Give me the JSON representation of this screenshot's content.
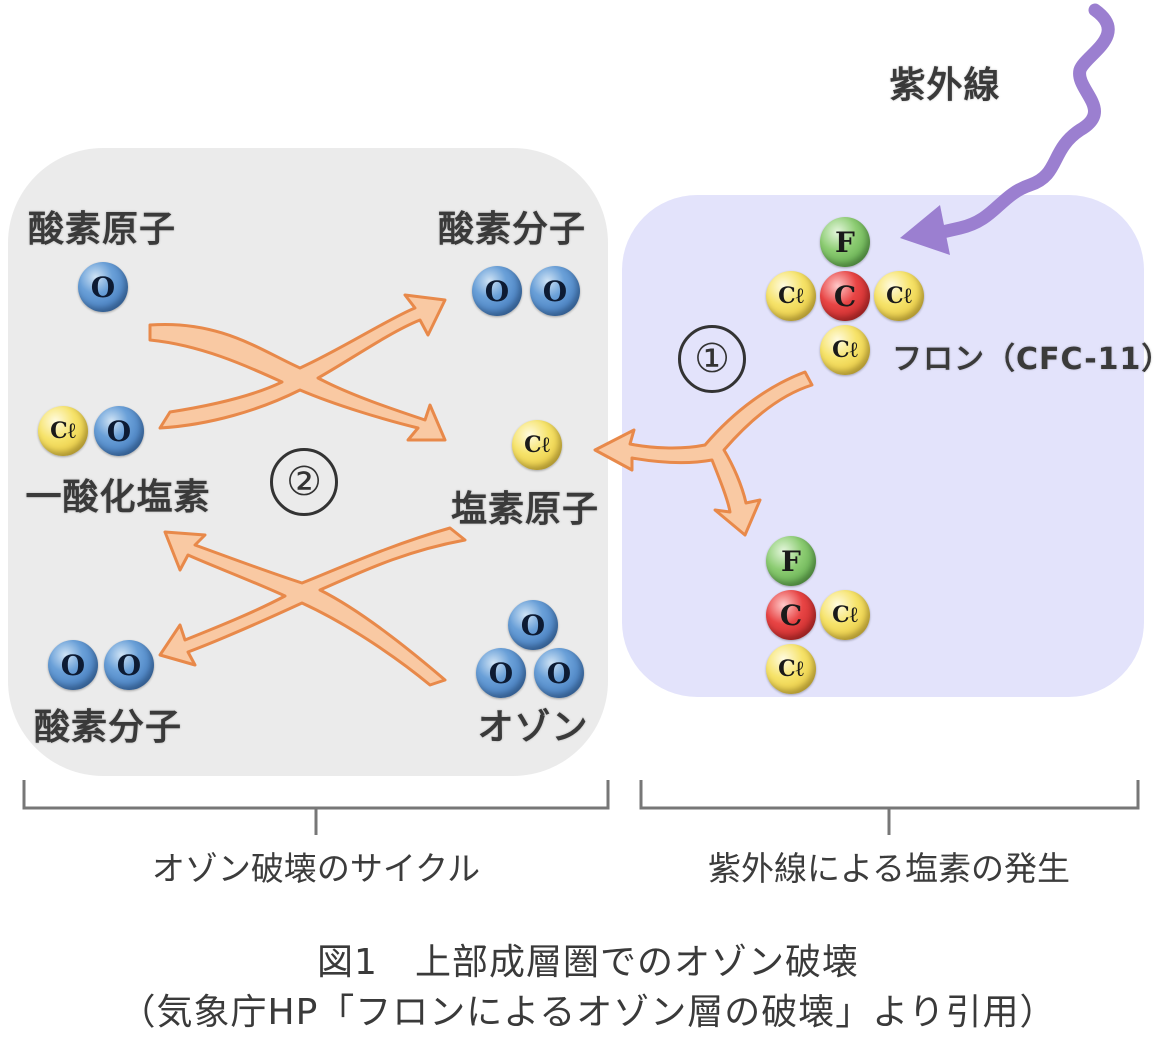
{
  "labels": {
    "uv": "紫外線",
    "oxygen_atom": "酸素原子",
    "oxygen_molecule_top": "酸素分子",
    "chlorine_monoxide": "一酸化塩素",
    "chlorine_atom": "塩素原子",
    "oxygen_molecule_bottom": "酸素分子",
    "ozone": "オゾン",
    "cfc": "フロン（CFC-11）"
  },
  "atoms": {
    "o": "O",
    "cl": "Cℓ",
    "c": "C",
    "f": "F"
  },
  "steps": {
    "step1": "①",
    "step2": "②"
  },
  "brackets": {
    "left_caption": "オゾン破壊のサイクル",
    "right_caption": "紫外線による塩素の発生"
  },
  "figure": {
    "caption_line1": "図1　上部成層圏でのオゾン破壊",
    "caption_line2": "（気象庁HP「フロンによるオゾン層の破壊」より引用）"
  },
  "colors": {
    "cycle_panel": "#ebebeb",
    "uv_panel": "#e3e3fb",
    "arrow_fill": "#f9c9a3",
    "arrow_stroke": "#e8894a",
    "uv_arrow": "#9b7fd0",
    "oxygen": "#3f78c2",
    "chlorine": "#f2d94e",
    "carbon": "#e03a3a",
    "fluorine": "#6fb55a"
  }
}
